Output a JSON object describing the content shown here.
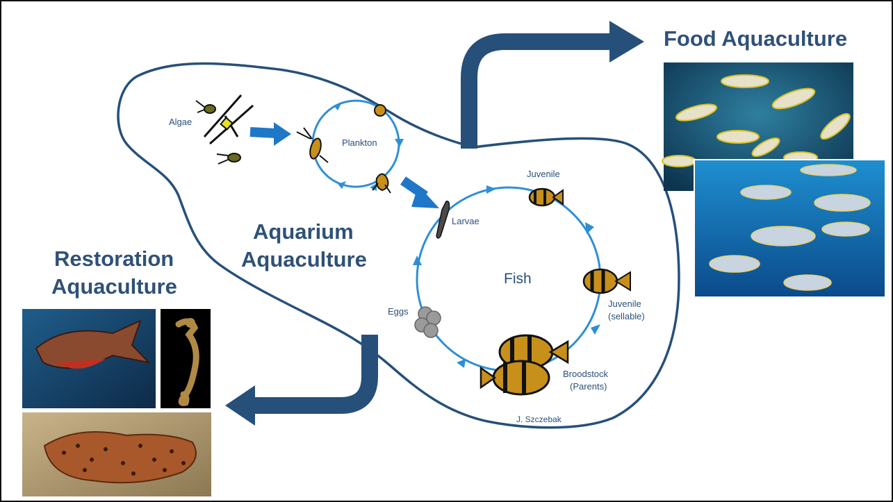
{
  "headings": {
    "food": "Food Aquaculture",
    "aquarium_line1": "Aquarium",
    "aquarium_line2": "Aquaculture",
    "restoration_line1": "Restoration",
    "restoration_line2": "Aquaculture"
  },
  "labels": {
    "algae": "Algae",
    "plankton": "Plankton",
    "juvenile": "Juvenile",
    "larvae": "Larvae",
    "fish": "Fish",
    "eggs": "Eggs",
    "juvenile_sellable_1": "Juvenile",
    "juvenile_sellable_2": "(sellable)",
    "broodstock_1": "Broodstock",
    "broodstock_2": "(Parents)",
    "credit": "J. Szczebak"
  },
  "colors": {
    "navy": "#26507a",
    "arrow_blue": "#1f77c8",
    "cycle_blue": "#2e8fd6",
    "heading": "#2f5178"
  }
}
